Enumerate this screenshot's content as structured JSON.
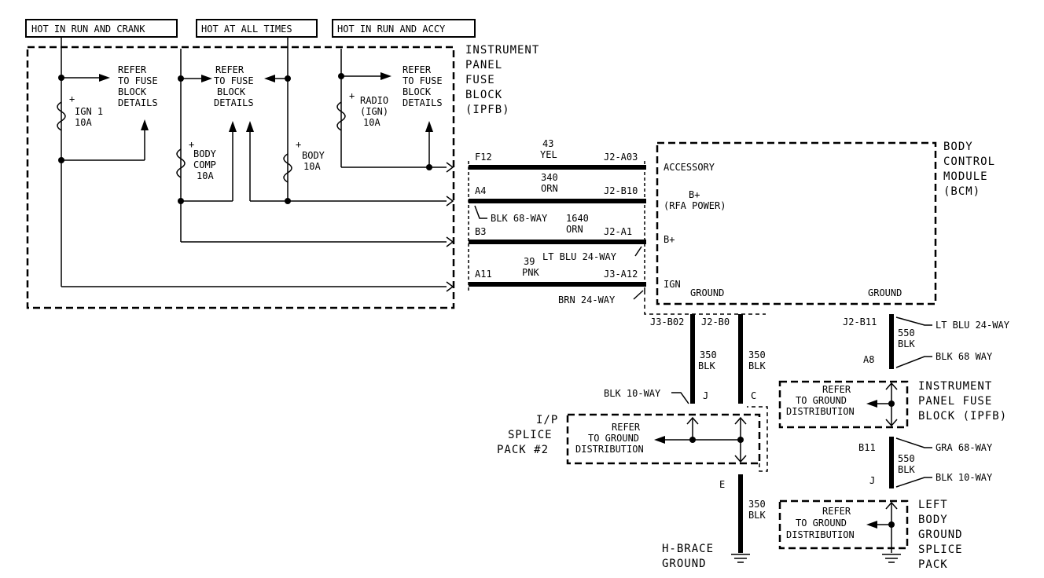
{
  "power_boxes": {
    "run_crank": "HOT IN RUN AND CRANK",
    "all_times": "HOT AT ALL TIMES",
    "run_accy": "HOT IN RUN AND ACCY"
  },
  "ipfb": {
    "title": [
      "INSTRUMENT",
      "PANEL",
      "FUSE",
      "BLOCK",
      "(IPFB)"
    ],
    "refer_fuse": [
      "REFER",
      "TO FUSE",
      "BLOCK",
      "DETAILS"
    ],
    "refer_fuse_2": [
      "REFER",
      "TO FUSE",
      "BLOCK",
      "DETAILS"
    ],
    "refer_fuse_3": [
      "REFER",
      "TO FUSE",
      "BLOCK",
      "DETAILS"
    ],
    "fuse_ign1": [
      "IGN 1",
      "10A"
    ],
    "fuse_body_comp": [
      "BODY",
      "COMP",
      "10A"
    ],
    "fuse_body": [
      "BODY",
      "10A"
    ],
    "fuse_radio": [
      "RADIO",
      "(IGN)",
      "10A"
    ],
    "plus": "+"
  },
  "bcm": {
    "title": [
      "BODY",
      "CONTROL",
      "MODULE",
      "(BCM)"
    ],
    "accessory": "ACCESSORY",
    "bplus_rfa": [
      "B+",
      "(RFA POWER)"
    ],
    "bplus": "B+",
    "ign": "IGN",
    "ground1": "GROUND",
    "ground2": "GROUND"
  },
  "circuits": {
    "c1_from": "F12",
    "c1_num": "43",
    "c1_color": "YEL",
    "c1_to": "J2-A03",
    "c2_from": "A4",
    "c2_num": "340",
    "c2_color": "ORN",
    "c2_to": "J2-B10",
    "c3_from": "B3",
    "c3_num": "1640",
    "c3_color": "ORN",
    "c3_to": "J2-A1",
    "c4_from": "A11",
    "c4_num": "39",
    "c4_color": "PNK",
    "c4_to": "J3-A12",
    "blk68": "BLK 68-WAY",
    "ltblu24": "LT BLU 24-WAY",
    "brn24": "BRN 24-WAY"
  },
  "grounds": {
    "j3b02": "J3-B02",
    "j2b0": "J2-B0",
    "j2b11": "J2-B11",
    "w350a": [
      "350",
      "BLK"
    ],
    "w350b": [
      "350",
      "BLK"
    ],
    "w350c": [
      "350",
      "BLK"
    ],
    "w550a": [
      "550",
      "BLK"
    ],
    "w550b": [
      "550",
      "BLK"
    ],
    "ltblu24": "LT BLU 24-WAY",
    "blk68way": "BLK 68 WAY",
    "a8": "A8",
    "blk10way": "BLK 10-WAY",
    "j": "J",
    "c": "C",
    "e": "E",
    "b11": "B11",
    "j2": "J",
    "gra68": "GRA 68-WAY",
    "blk10way2": "BLK 10-WAY",
    "splice2_title": [
      "I/P",
      "SPLICE",
      "PACK #2"
    ],
    "refer_ground_1": [
      "REFER",
      "TO GROUND",
      "DISTRIBUTION"
    ],
    "ipfb_title": [
      "INSTRUMENT",
      "PANEL FUSE",
      "BLOCK (IPFB)"
    ],
    "refer_ground_2": [
      "REFER",
      "TO GROUND",
      "DISTRIBUTION"
    ],
    "left_body": [
      "LEFT",
      "BODY",
      "GROUND",
      "SPLICE",
      "PACK"
    ],
    "refer_ground_3": [
      "REFER",
      "TO GROUND",
      "DISTRIBUTION"
    ],
    "hbrace": [
      "H-BRACE",
      "GROUND"
    ]
  }
}
